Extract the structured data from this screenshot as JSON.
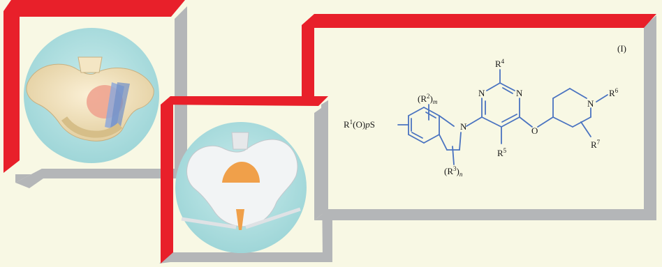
{
  "colors": {
    "background": "#f8f8e4",
    "frame_red": "#e8202a",
    "frame_gray": "#b4b6b8",
    "bond_blue": "#4a73c0",
    "circle_teal": "#aedfe0"
  },
  "illustrations": {
    "pelvis_left": "pelvis-with-bladder-and-mesh-illustration",
    "pelvis_right": "pelvis-with-uterus-and-sling-illustration"
  },
  "structure": {
    "formula_label": "(I)",
    "r1": {
      "main": "R",
      "sup": "1",
      "rest": "(O)",
      "p": "p",
      "s": "S"
    },
    "r2": {
      "open": "(R",
      "sup": "2",
      "close": ")",
      "sub": "m"
    },
    "r3": {
      "open": "(R",
      "sup": "3",
      "close": ")",
      "sub": "n"
    },
    "r4": {
      "main": "R",
      "sup": "4"
    },
    "r5": {
      "main": "R",
      "sup": "5"
    },
    "r6": {
      "main": "R",
      "sup": "6"
    },
    "r7": {
      "main": "R",
      "sup": "7"
    },
    "atom_n_indoline": "N",
    "atom_n_pyr_left": "N",
    "atom_n_pyr_right": "N",
    "atom_o_ether": "O",
    "atom_n_piperidine": "N"
  }
}
